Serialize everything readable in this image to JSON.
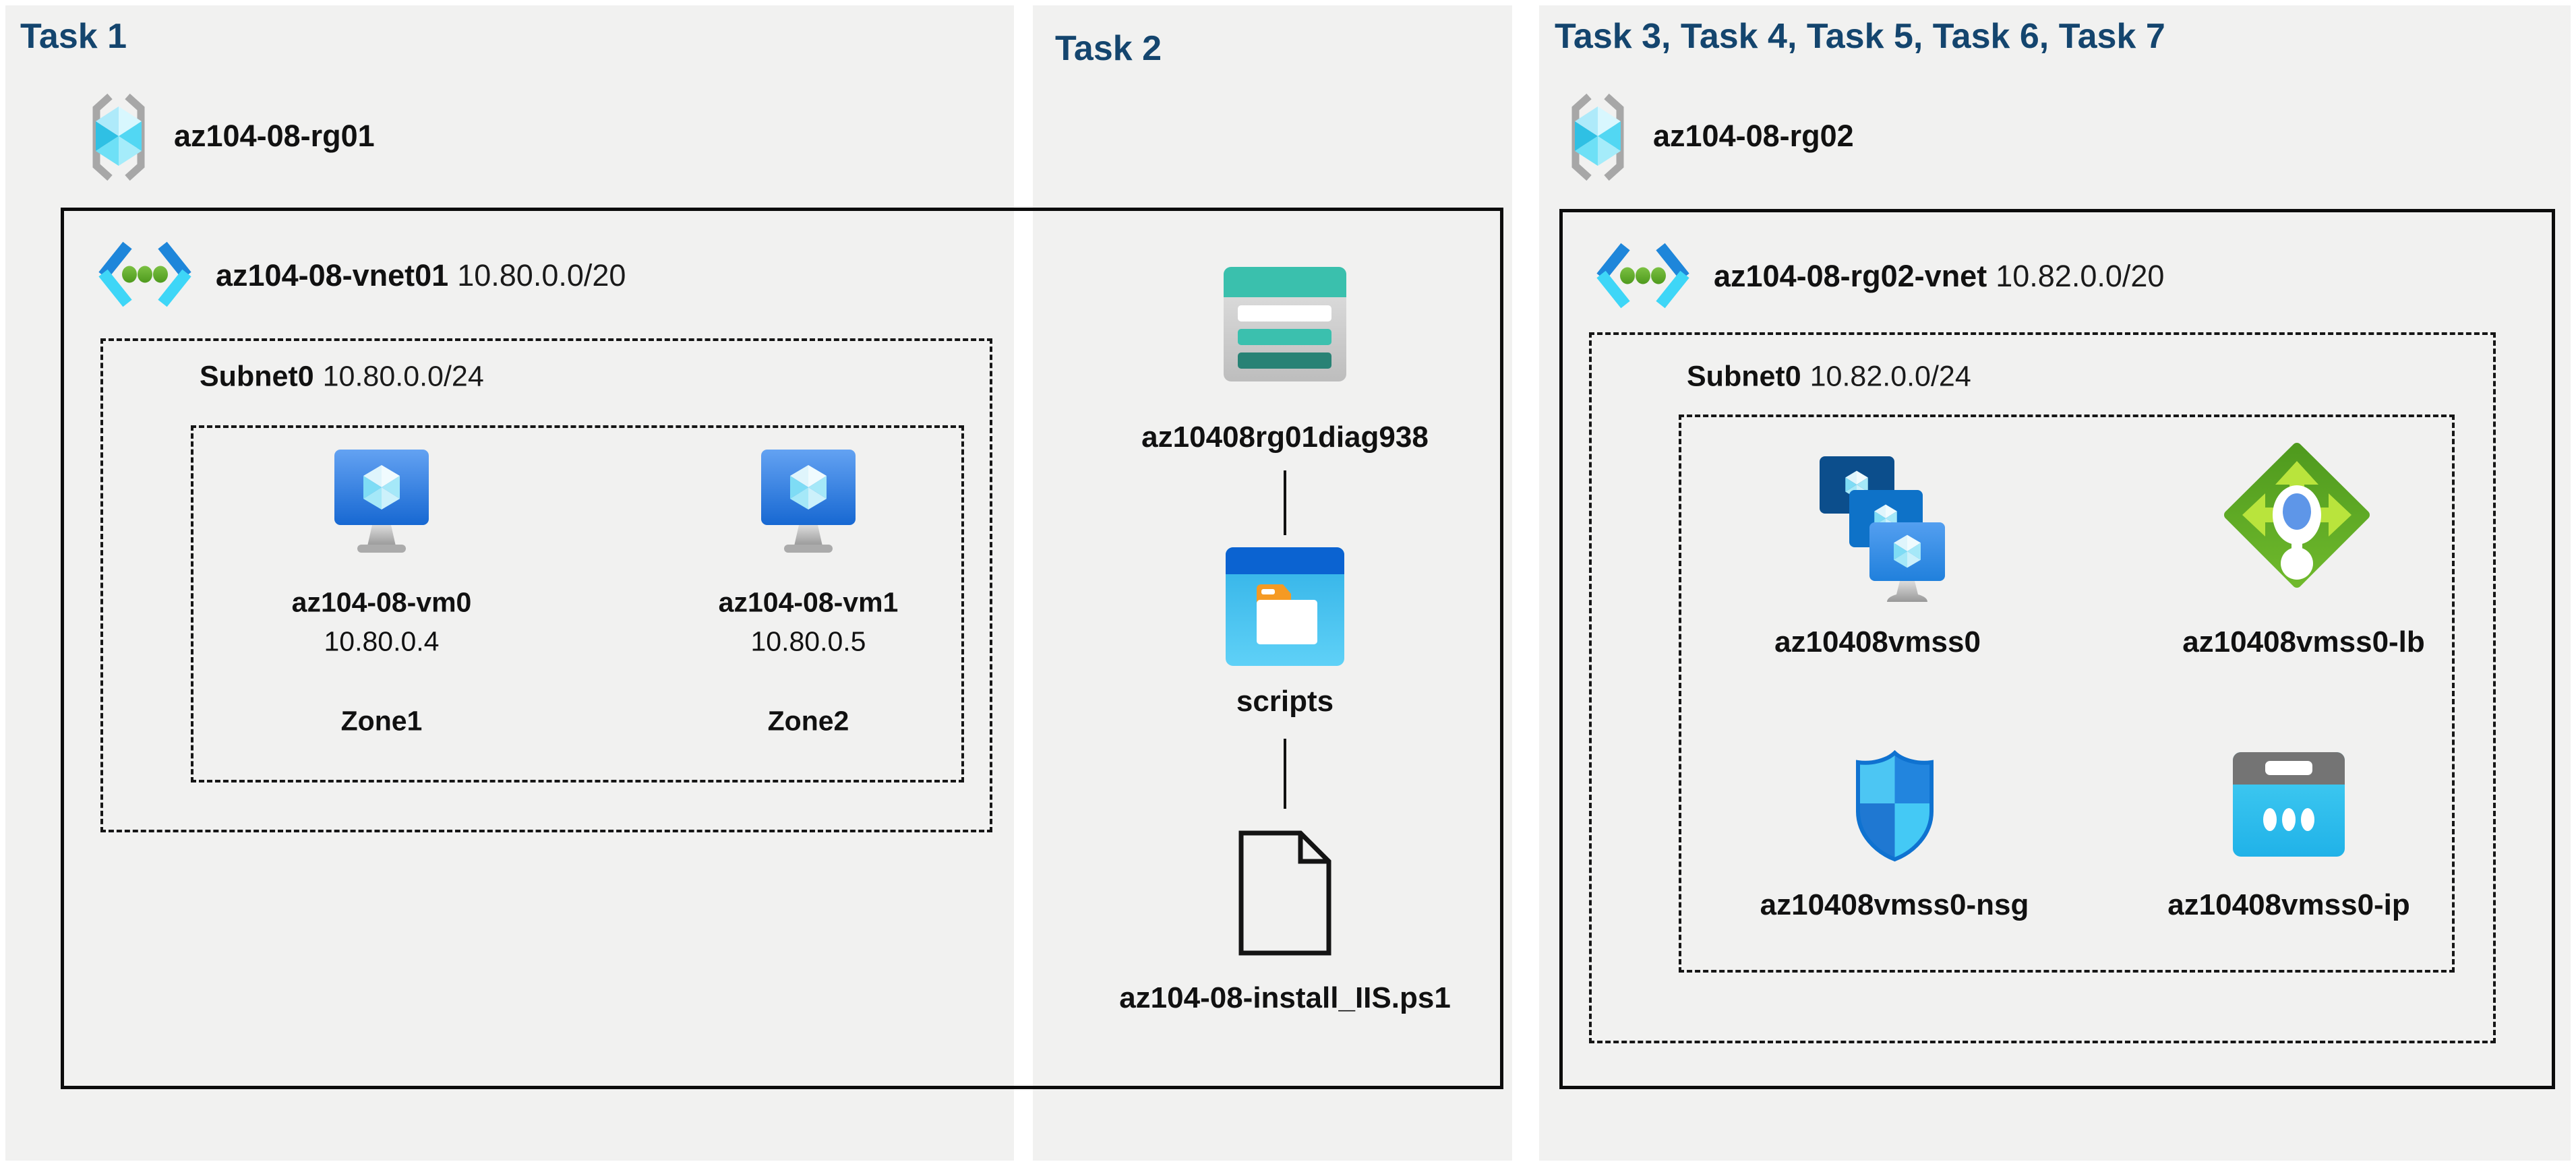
{
  "colors": {
    "panel_bg": "#f1f1f0",
    "title_navy": "#14456e",
    "text": "#111111",
    "container_border": "#0c0c0c",
    "storage_teal": "#3ac0ad",
    "vm_blue": "#2e84e0",
    "lb_green": "#5ba31f",
    "nsg_blue": "#2285de",
    "ip_cyan": "#35c3ee"
  },
  "task1": {
    "title": "Task 1",
    "resource_group": "az104-08-rg01",
    "vnet": {
      "name": "az104-08-vnet01",
      "cidr": "10.80.0.0/20"
    },
    "subnet": {
      "name": "Subnet0",
      "cidr": "10.80.0.0/24"
    },
    "vms": [
      {
        "name": "az104-08-vm0",
        "ip": "10.80.0.4",
        "zone": "Zone1"
      },
      {
        "name": "az104-08-vm1",
        "ip": "10.80.0.5",
        "zone": "Zone2"
      }
    ]
  },
  "task2": {
    "title": "Task 2",
    "storage_account": "az10408rg01diag938",
    "container": "scripts",
    "file": "az104-08-install_IIS.ps1"
  },
  "task3": {
    "title": "Task 3, Task 4, Task 5, Task 6, Task 7",
    "resource_group": "az104-08-rg02",
    "vnet": {
      "name": "az104-08-rg02-vnet",
      "cidr": "10.82.0.0/20"
    },
    "subnet": {
      "name": "Subnet0",
      "cidr": "10.82.0.0/24"
    },
    "vmss": "az10408vmss0",
    "load_balancer": "az10408vmss0-lb",
    "nsg": "az10408vmss0-nsg",
    "public_ip": "az10408vmss0-ip"
  }
}
